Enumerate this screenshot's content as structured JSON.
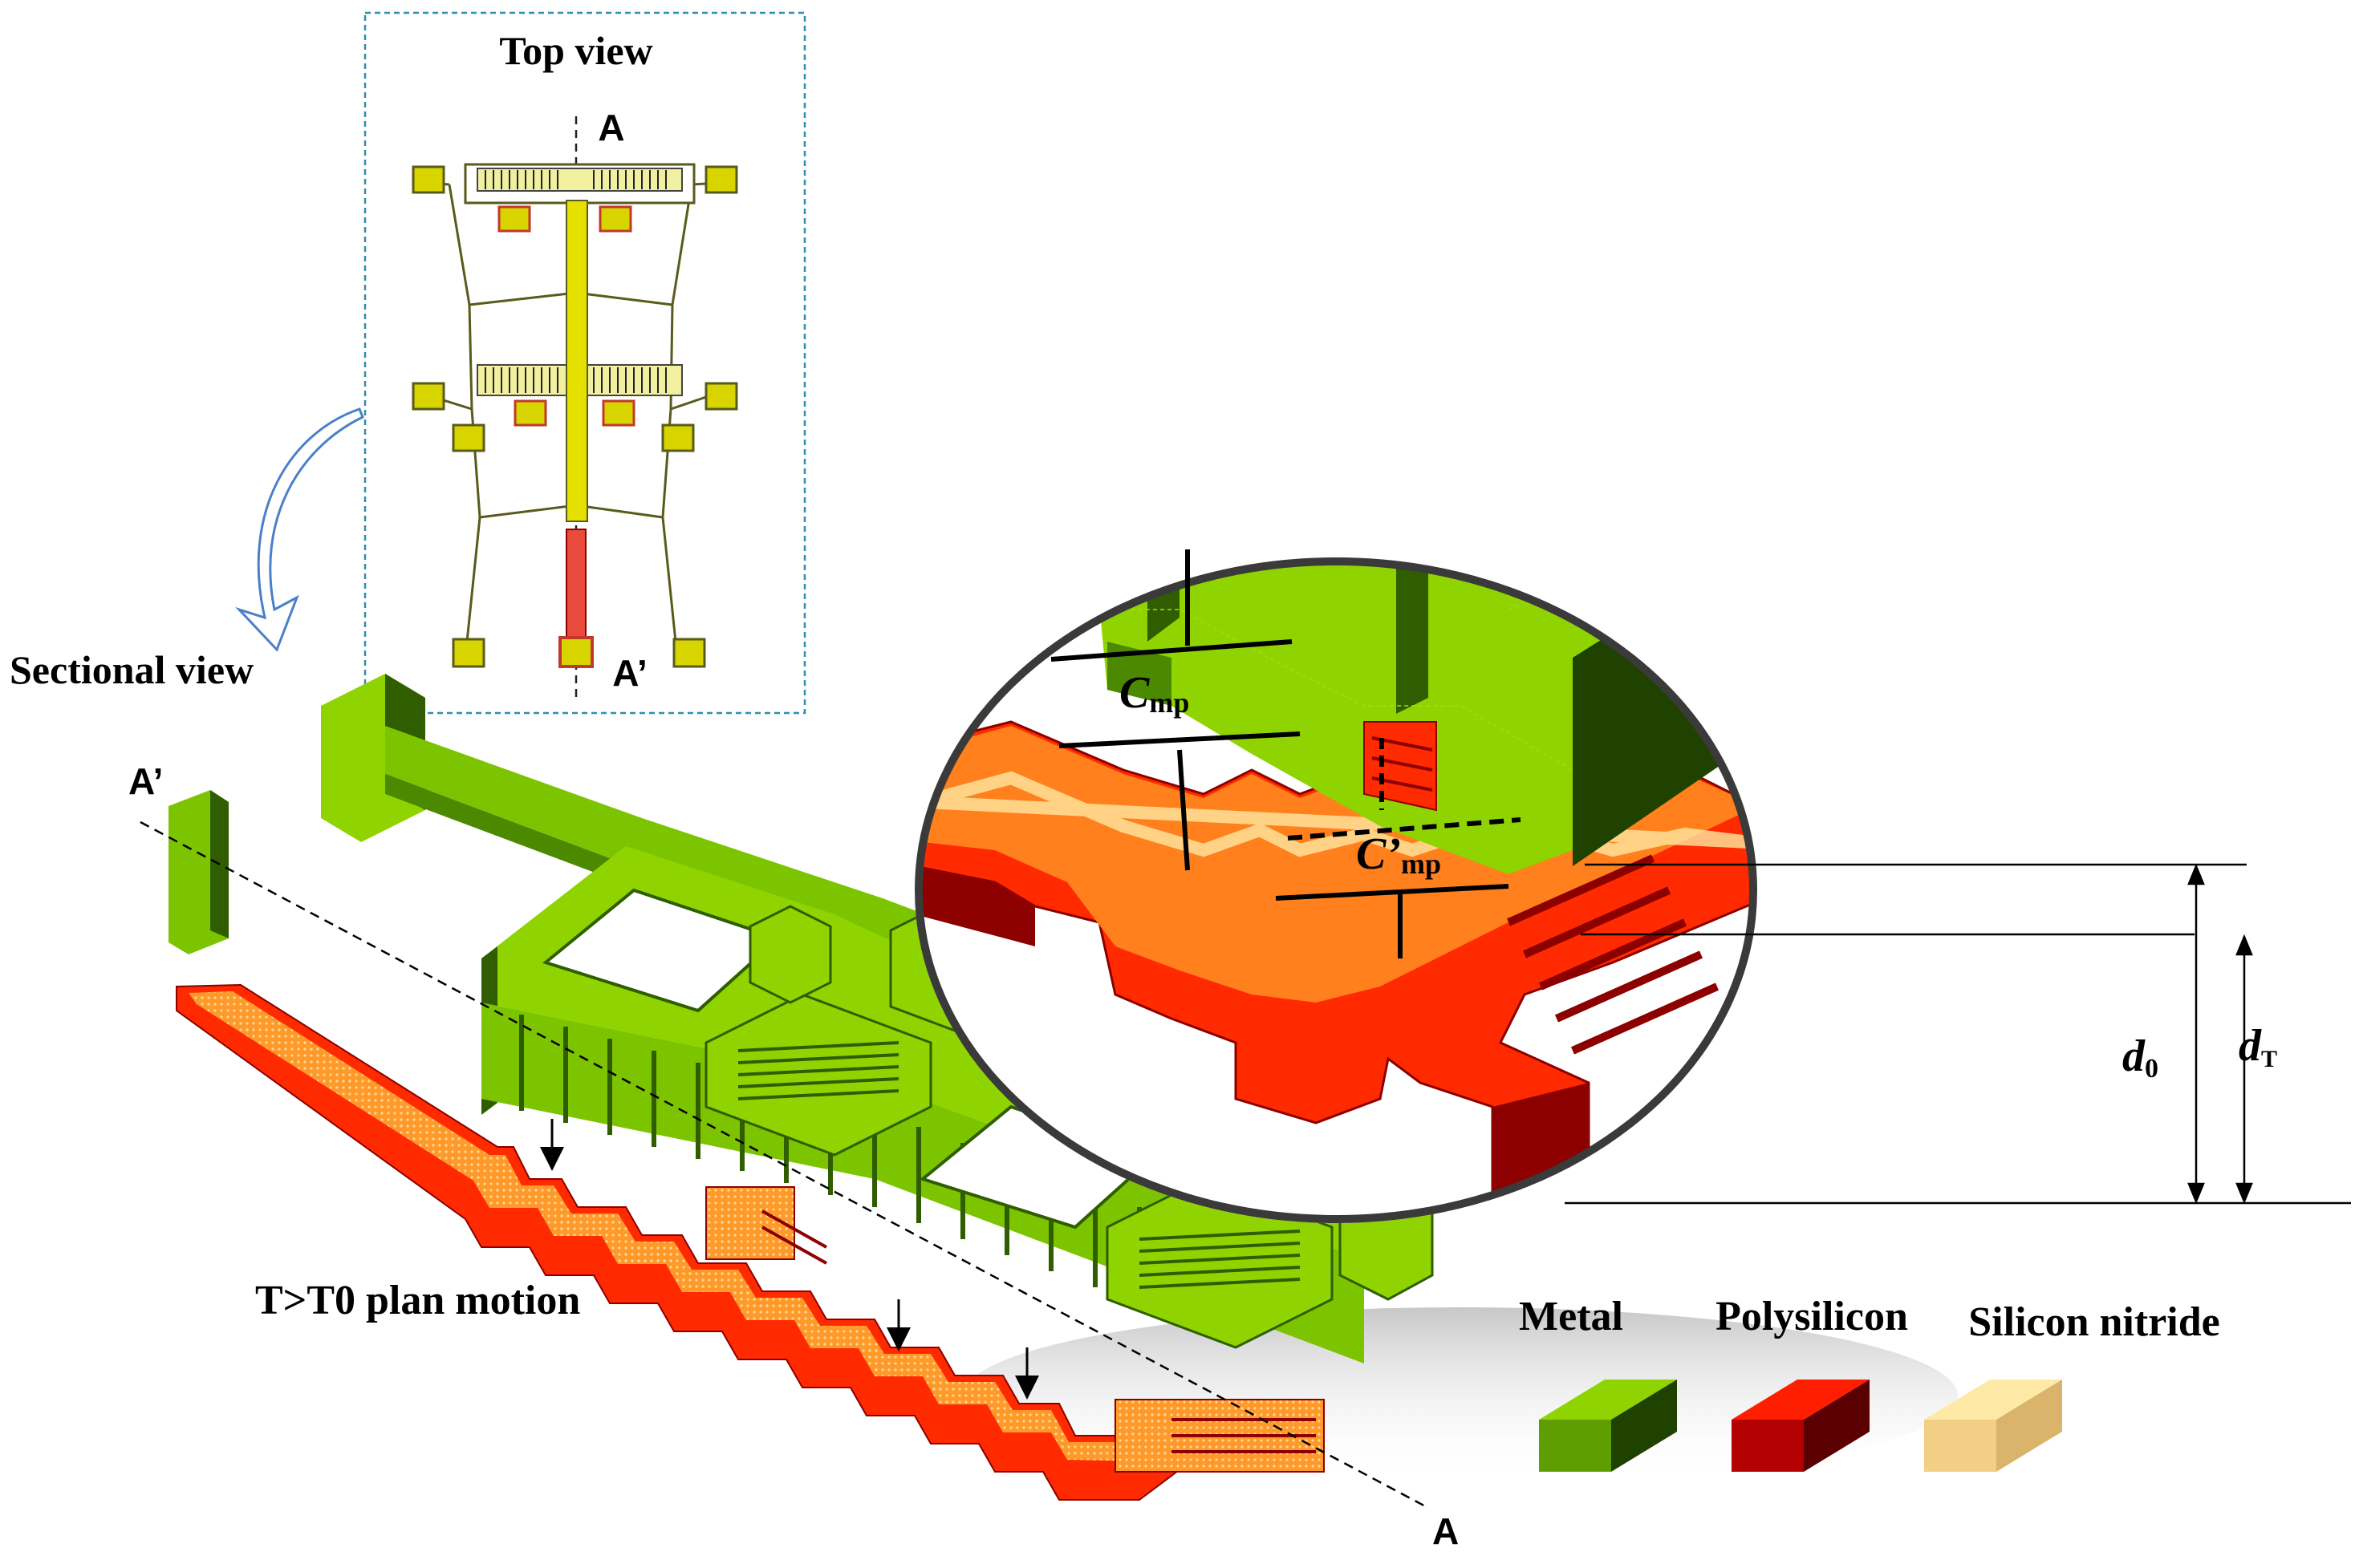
{
  "labels": {
    "top_view": "Top view",
    "sectional_view": "Sectional view",
    "section_a": "A",
    "section_a_prime": "A’",
    "motion": "T>T0  plan motion",
    "c_mp_main": "C",
    "c_mp_sub": "mp",
    "c_prime_mp_main": "C’",
    "c_prime_mp_sub": "mp",
    "d0_main": "d",
    "d0_sub": "0",
    "dt_main": "d",
    "dt_sub": "T"
  },
  "legend": [
    {
      "label": "Metal",
      "color": "#8fd400",
      "dark": "#1f4200",
      "mid": "#5f9e00"
    },
    {
      "label": "Polysilicon",
      "color": "#ff1e00",
      "dark": "#5a0000",
      "mid": "#b30000"
    },
    {
      "label": "Silicon nitride",
      "color": "#ffe9a6",
      "dark": "#d9b46a",
      "mid": "#f2cf85"
    }
  ],
  "colors": {
    "metal": "#7cc400",
    "metal_dark": "#2f5d00",
    "poly": "#ff2a00",
    "poly_dark": "#8c0000",
    "orange": "#ff8a1f",
    "nitride": "#ffe6a0",
    "dash_frame": "#2d8fb0",
    "arrow_blue": "#4a7fc9",
    "topview_pad": "#d8d400",
    "topview_line": "#5a5a1a"
  }
}
